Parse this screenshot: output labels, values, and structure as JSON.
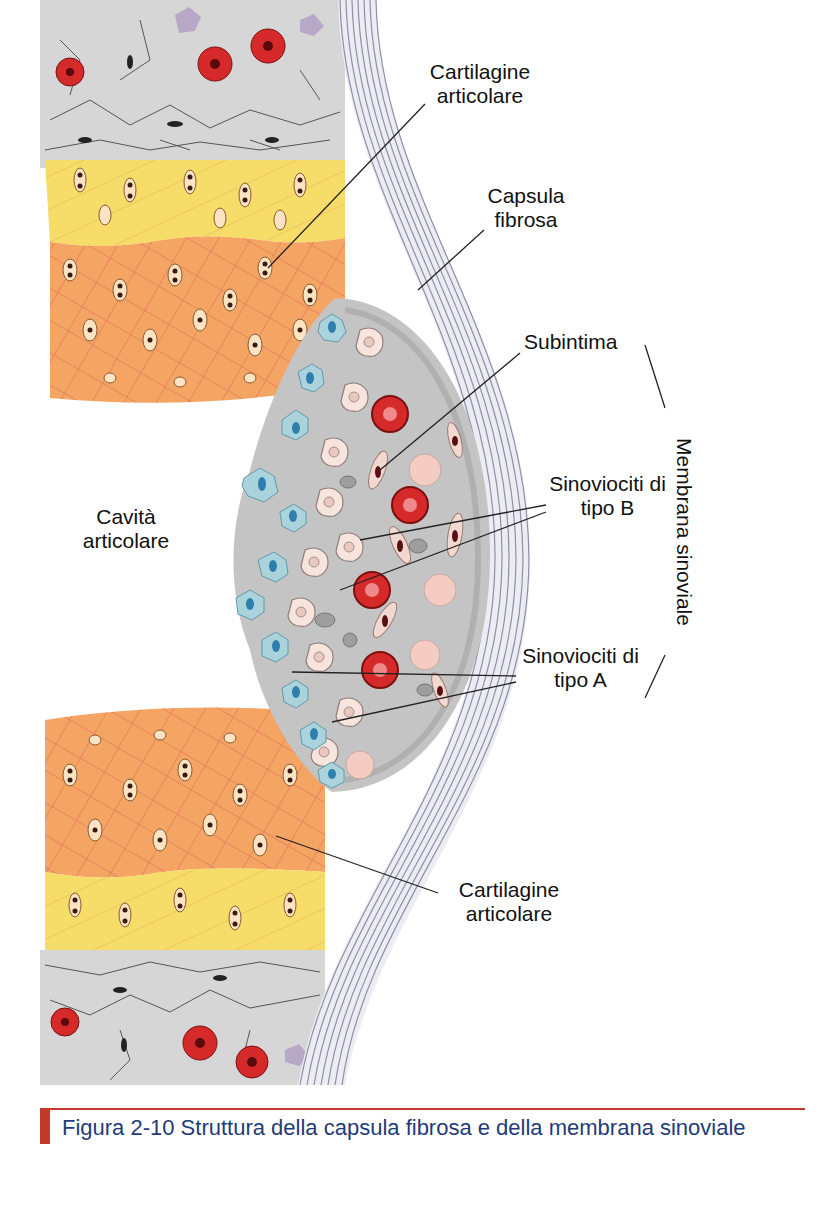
{
  "diagram": {
    "caption": "Figura 2-10 Struttura della capsula fibrosa e della membrana sinoviale",
    "labels": [
      "Cartilagine articolare",
      "Capsula fibrosa",
      "Subintima",
      "Membrana sinoviale",
      "Sinoviociti di tipo B",
      "Cavità articolare",
      "Sinoviociti di tipo A",
      "Cartilagine articolare"
    ]
  }
}
